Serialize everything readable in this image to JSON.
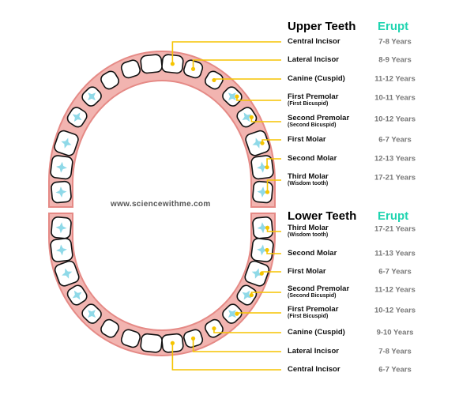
{
  "watermark": "www.sciencewithme.com",
  "colors": {
    "gum": "#f2b4b0",
    "gum_edge": "#e58a86",
    "connector": "#f5c400",
    "erupt": "#1fd4b0",
    "cusp": "#8fd9e8"
  },
  "upper": {
    "title": "Upper Teeth",
    "erupt_label": "Erupt",
    "teeth": [
      {
        "name": "Central Incisor",
        "sub": "",
        "years": "7-8 Years"
      },
      {
        "name": "Lateral Incisor",
        "sub": "",
        "years": "8-9 Years"
      },
      {
        "name": "Canine (Cuspid)",
        "sub": "",
        "years": "11-12 Years"
      },
      {
        "name": "First Premolar",
        "sub": "(First Bicuspid)",
        "years": "10-11 Years"
      },
      {
        "name": "Second Premolar",
        "sub": "(Second Bicuspid)",
        "years": "10-12 Years"
      },
      {
        "name": "First Molar",
        "sub": "",
        "years": "6-7 Years"
      },
      {
        "name": "Second Molar",
        "sub": "",
        "years": "12-13 Years"
      },
      {
        "name": "Third Molar",
        "sub": "(Wisdom tooth)",
        "years": "17-21 Years"
      }
    ]
  },
  "lower": {
    "title": "Lower Teeth",
    "erupt_label": "Erupt",
    "teeth": [
      {
        "name": "Third Molar",
        "sub": "(Wisdom tooth)",
        "years": "17-21 Years"
      },
      {
        "name": "Second Molar",
        "sub": "",
        "years": "11-13 Years"
      },
      {
        "name": "First Molar",
        "sub": "",
        "years": "6-7 Years"
      },
      {
        "name": "Second Premolar",
        "sub": "(Second Bicuspid)",
        "years": "11-12 Years"
      },
      {
        "name": "First Premolar",
        "sub": "(First Bicuspid)",
        "years": "10-12 Years"
      },
      {
        "name": "Canine (Cuspid)",
        "sub": "",
        "years": "9-10 Years"
      },
      {
        "name": "Lateral Incisor",
        "sub": "",
        "years": "7-8 Years"
      },
      {
        "name": "Central Incisor",
        "sub": "",
        "years": "6-7 Years"
      }
    ]
  }
}
